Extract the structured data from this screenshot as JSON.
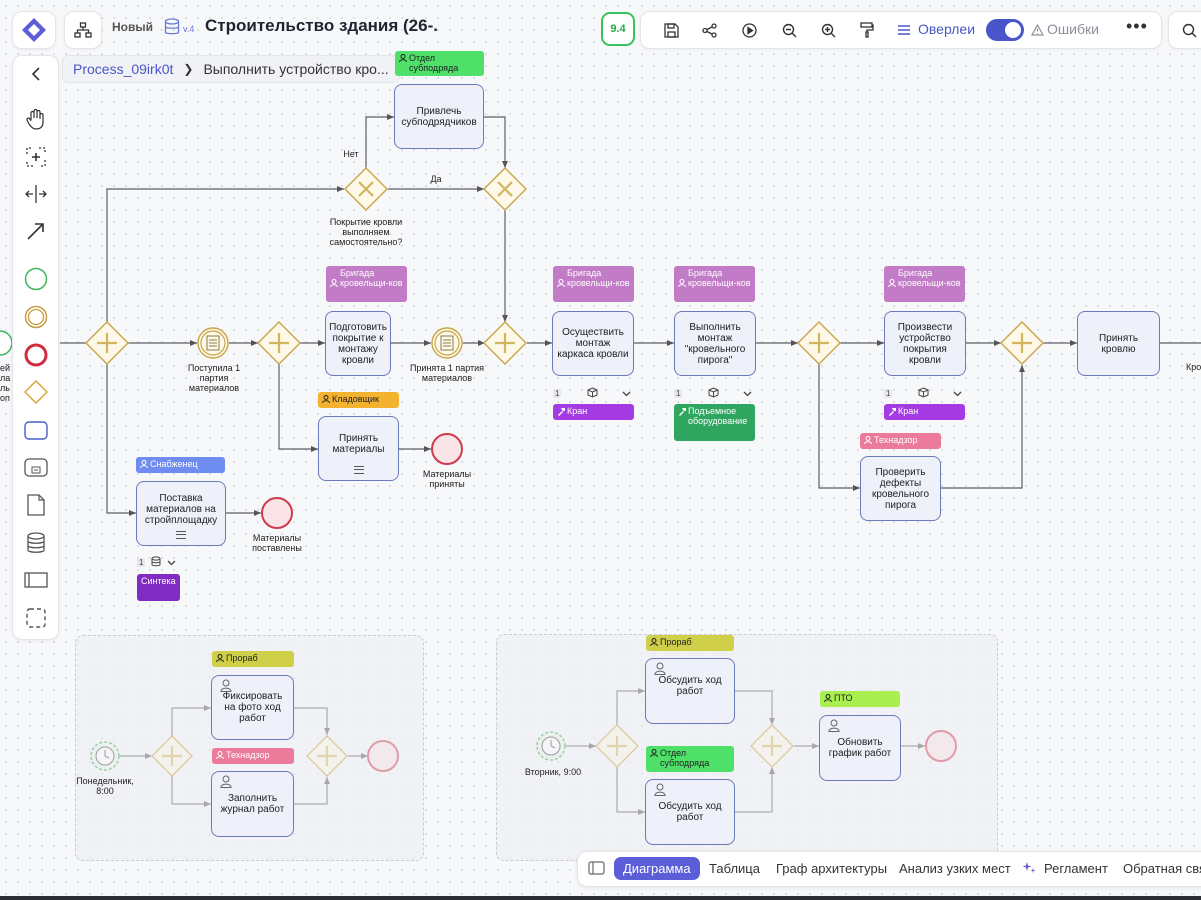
{
  "header": {
    "status_badge": "Новый",
    "version": "v.4",
    "title": "Строительство здания (26-.",
    "score": "9.4",
    "overlay_label": "Оверлеи",
    "errors_label": "Ошибки"
  },
  "breadcrumb": {
    "process_id": "Process_09irk0t",
    "current": "Выполнить устройство кро..."
  },
  "diagram": {
    "tasks": {
      "subcontract": "Привлечь субподрядчиков",
      "prepare_roof": "Подготовить покрытие к монтажу кровли",
      "frame": "Осуществить монтаж каркаса кровли",
      "pie": "Выполнить монтаж \"кровельного пирога\"",
      "roof_install": "Произвести устройство покрытия кровли",
      "accept_roof": "Принять кровлю",
      "accept_materials": "Принять материалы",
      "delivery": "Поставка материалов на стройплощадку",
      "check_defects": "Проверить дефекты кровельного пирога",
      "photo": "Фиксировать на фото ход работ",
      "journal": "Заполнить журнал работ",
      "discuss1": "Обсудить ход работ",
      "discuss2": "Обсудить ход работ",
      "schedule": "Обновить график работ"
    },
    "roles": {
      "subcontract": "Отдел субподряда",
      "prepare_roof": "Бригада кровельщи-ков",
      "frame": "Бригада кровельщи-ков",
      "pie": "Бригада кровельщи-ков",
      "roof_install": "Бригада кровельщи-ков",
      "accept_materials": "Кладовщик",
      "delivery": "Снабженец",
      "check_defects": "Технадзор",
      "photo": "Прораб",
      "journal": "Технадзор",
      "discuss1": "Прораб",
      "discuss2": "Отдел субподряда",
      "schedule": "ПТО"
    },
    "resources": {
      "frame": "Кран",
      "pie": "Подъемное оборудование",
      "roof_install": "Кран",
      "delivery": "Синтека"
    },
    "resource_counts": {
      "frame": "1",
      "pie": "1",
      "roof_install": "1",
      "delivery": "1"
    },
    "labels": {
      "gateway_question": "Покрытие кровли выполняем самостоятельно?",
      "no": "Нет",
      "yes": "Да",
      "event_batch1": "Поступила 1 партия материалов",
      "event_batch1_accepted": "Принята 1 партия материалов",
      "materials_accepted": "Материалы приняты",
      "materials_delivered": "Материалы поставлены",
      "timer_monday": "Понедельник, 8:00",
      "timer_tuesday": "Вторник, 9:00",
      "edge_left": "ей\nла\nль\nоп",
      "edge_right": "Кро"
    }
  },
  "bottom_tabs": [
    "Диаграмма",
    "Таблица",
    "Граф архитектуры",
    "Анализ узких мест",
    "Регламент",
    "Обратная связ"
  ],
  "colors": {
    "accent": "#5b5ed6",
    "role_roofers": "#c27bc7",
    "role_subcontract": "#4fe06a",
    "role_storekeeper": "#f3b32e",
    "role_supplier": "#6f8cf0",
    "role_supervision": "#ec7a9a",
    "role_foreman": "#cfcf4a",
    "role_pto": "#a9ef4f",
    "resource_crane": "#a53ce3",
    "resource_lift": "#2ea65f",
    "resource_sinteka": "#7f2bc4"
  }
}
